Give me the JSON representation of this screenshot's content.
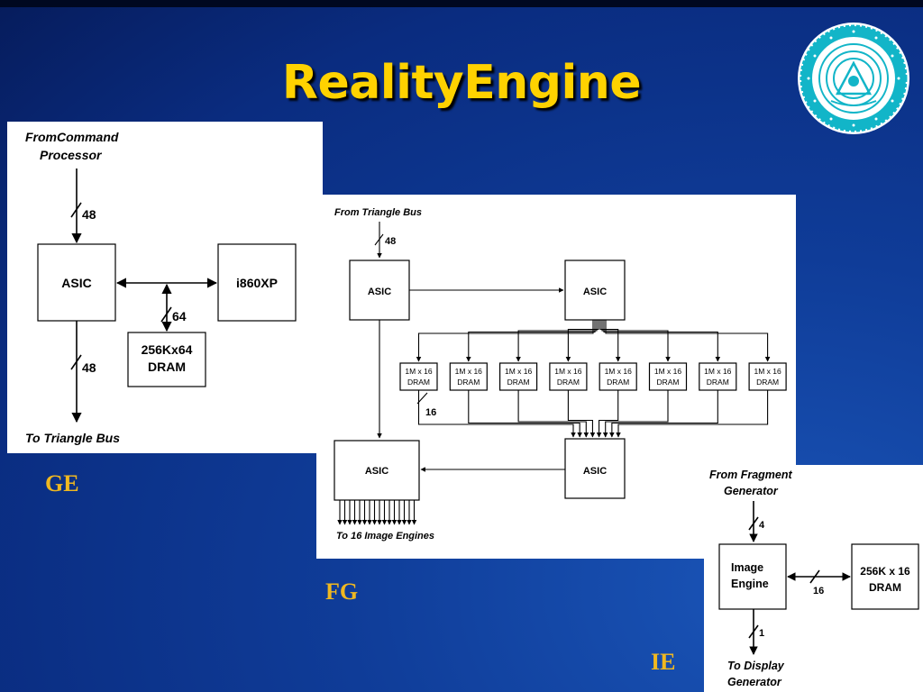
{
  "slide": {
    "title": "RealityEngine",
    "captions": {
      "ge": "GE",
      "fg": "FG",
      "ie": "IE"
    }
  },
  "logo": {
    "icon": "iit-kanpur-seal-icon",
    "color": "#12b5c8"
  },
  "ge": {
    "input_line1": "FromCommand",
    "input_line2": "Processor",
    "bus_in": "48",
    "asic": "ASIC",
    "cpu": "i860XP",
    "mem_bus": "64",
    "dram_line1": "256Kx64",
    "dram_line2": "DRAM",
    "bus_out": "48",
    "output": "To Triangle Bus"
  },
  "fg": {
    "input": "From Triangle Bus",
    "bus_in": "48",
    "asic_in": "ASIC",
    "asic_mid": "ASIC",
    "asic_out": "ASIC",
    "asic_merge": "ASIC",
    "dram_line1": "1M x 16",
    "dram_line2": "DRAM",
    "dram_count": 8,
    "dram_bus": "16",
    "output": "To 16 Image Engines"
  },
  "ie": {
    "input_line1": "From Fragment",
    "input_line2": "Generator",
    "bus_in": "4",
    "engine_line1": "Image",
    "engine_line2": "Engine",
    "mem_bus": "16",
    "dram_line1": "256K x 16",
    "dram_line2": "DRAM",
    "bus_out": "1",
    "output_line1": "To Display",
    "output_line2": "Generator"
  },
  "colors": {
    "title": "#ffd200",
    "caption": "#f0b820",
    "background": "#0f3c98"
  }
}
